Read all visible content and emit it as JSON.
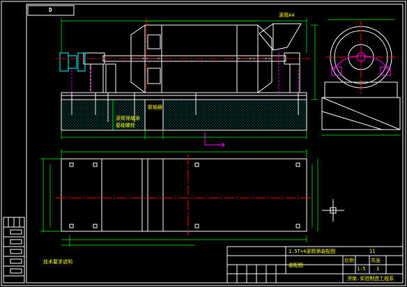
{
  "sheet": {
    "code": "D",
    "note": "技术要求说明"
  },
  "title_block": {
    "drawing_title": "1.5T×4滚筒筛装配图",
    "part_number": "11",
    "drawing_name": "装配图",
    "scale_label": "比例",
    "scale_value": "1:5",
    "sheet_label": "共张",
    "sheet_value": "1",
    "school": "济南.实验制造工程系"
  },
  "annotations": {
    "top_right_note": "滚筒A4",
    "left_note_1": "滚筒筛轴承",
    "left_note_2": "基础螺栓",
    "center_note": "联轴器"
  },
  "colors": {
    "frame": "#ffffff",
    "outline": "#ffffff",
    "dimension": "#00ff00",
    "centerline": "#ff0000",
    "hidden": "#ff00ff",
    "concrete": "#00aaaa",
    "text": "#ffff00"
  }
}
